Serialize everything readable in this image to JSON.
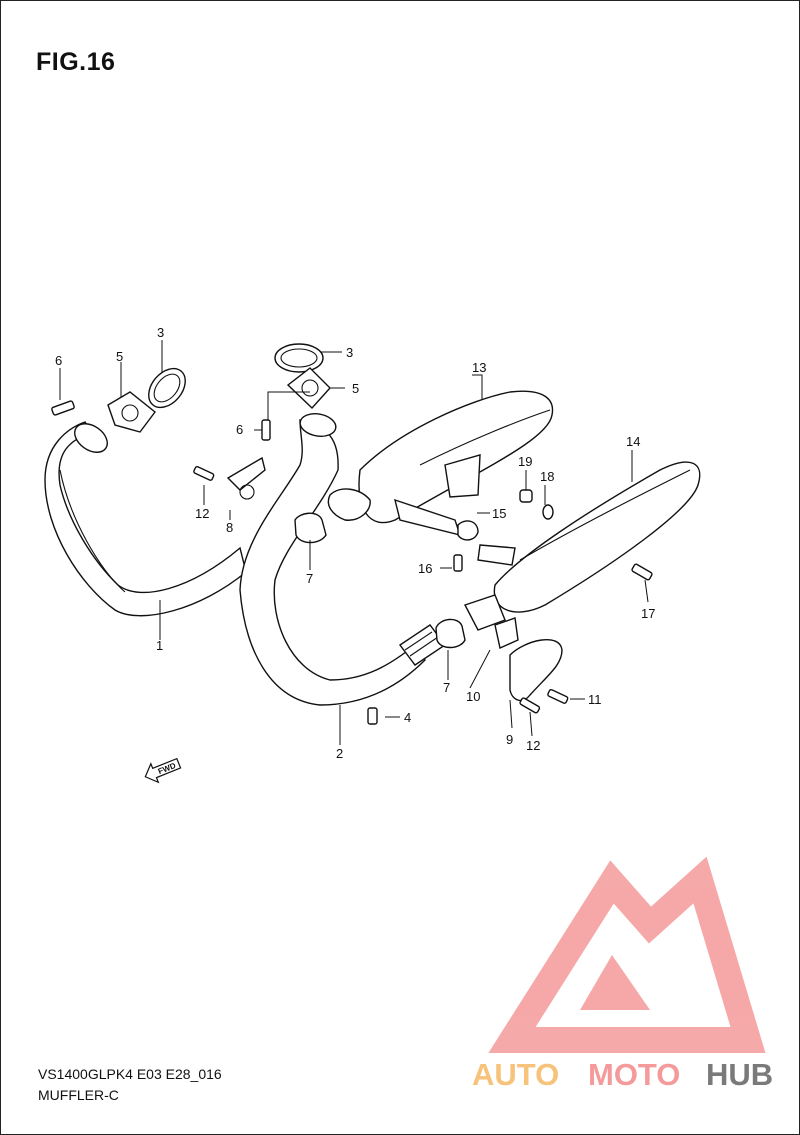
{
  "figure": {
    "title": "FIG.16",
    "model_code": "VS1400GLPK4 E03 E28_016",
    "section_name": "MUFFLER-C"
  },
  "fwd_arrow": {
    "label": "FWD"
  },
  "callouts": [
    "1",
    "2",
    "3",
    "3",
    "4",
    "5",
    "5",
    "6",
    "6",
    "7",
    "7",
    "8",
    "9",
    "10",
    "11",
    "12",
    "12",
    "13",
    "14",
    "15",
    "16",
    "17",
    "18",
    "19"
  ],
  "watermark": {
    "text_left": "AUTO",
    "text_mid": "MOTO",
    "text_right": "HUB",
    "colors": {
      "auto": "#f7c27a",
      "moto": "#f59a9a",
      "hub": "#7a7a7a",
      "logo": "#f59a9a"
    }
  }
}
